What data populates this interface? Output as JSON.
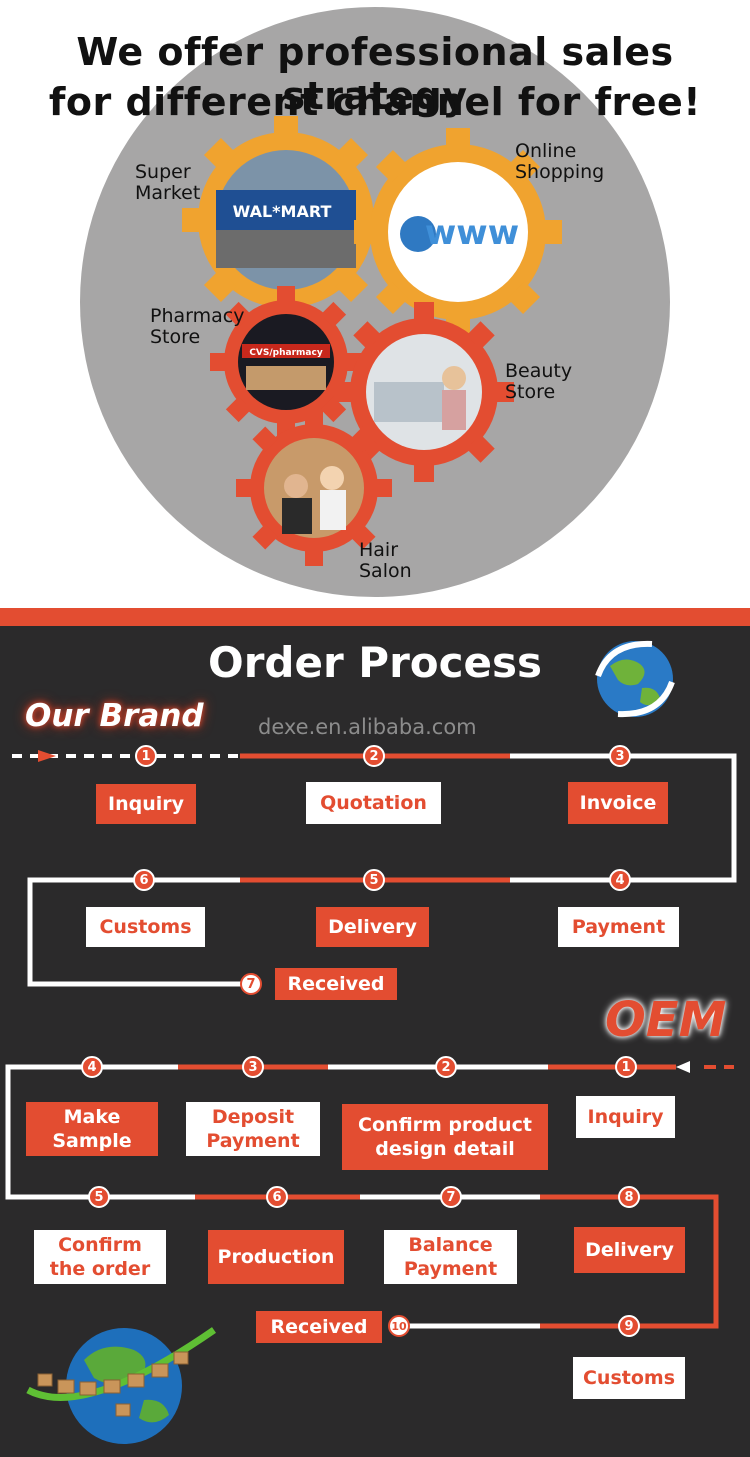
{
  "headline": {
    "line1": "We offer professional sales strategy",
    "line2": "for different channel for free!"
  },
  "channels": [
    {
      "line1": "Super",
      "line2": "Market",
      "photo_text": "WAL*MART"
    },
    {
      "line1": "Online",
      "line2": "Shopping",
      "photo_text": "www"
    },
    {
      "line1": "Pharmacy",
      "line2": "Store",
      "photo_text": "CVS/pharmacy"
    },
    {
      "line1": "Beauty",
      "line2": "Store"
    },
    {
      "line1": "Hair",
      "line2": "Salon"
    }
  ],
  "order_process": {
    "title": "Order Process",
    "watermark": "dexe.en.alibaba.com",
    "our_brand": {
      "heading": "Our Brand",
      "steps": [
        {
          "num": "1",
          "label": "Inquiry"
        },
        {
          "num": "2",
          "label": "Quotation"
        },
        {
          "num": "3",
          "label": "Invoice"
        },
        {
          "num": "4",
          "label": "Payment"
        },
        {
          "num": "5",
          "label": "Delivery"
        },
        {
          "num": "6",
          "label": "Customs"
        },
        {
          "num": "7",
          "label": "Received"
        }
      ]
    },
    "oem": {
      "heading": "OEM",
      "steps": [
        {
          "num": "1",
          "label": "Inquiry"
        },
        {
          "num": "2",
          "line1": "Confirm product",
          "line2": "design detail"
        },
        {
          "num": "3",
          "line1": "Deposit",
          "line2": "Payment"
        },
        {
          "num": "4",
          "line1": "Make",
          "line2": "Sample"
        },
        {
          "num": "5",
          "line1": "Confirm",
          "line2": "the order"
        },
        {
          "num": "6",
          "label": "Production"
        },
        {
          "num": "7",
          "line1": "Balance",
          "line2": "Payment"
        },
        {
          "num": "8",
          "label": "Delivery"
        },
        {
          "num": "9",
          "label": "Customs"
        },
        {
          "num": "10",
          "label": "Received"
        }
      ]
    }
  },
  "colors": {
    "accent": "#e34d31",
    "gear_orange": "#f0a32f",
    "circle_gray": "#a7a6a6",
    "dark_bg": "#2b2a2b"
  }
}
